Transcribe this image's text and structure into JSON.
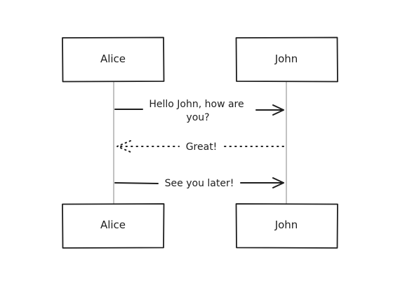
{
  "participants": {
    "left": "Alice",
    "right": "John"
  },
  "messages": [
    {
      "from": "Alice",
      "to": "John",
      "style": "solid",
      "label_line1": "Hello John, how are",
      "label_line2": "you?"
    },
    {
      "from": "John",
      "to": "Alice",
      "style": "dotted",
      "label_line1": "Great!"
    },
    {
      "from": "Alice",
      "to": "John",
      "style": "solid",
      "label_line1": "See you later!"
    }
  ],
  "colors": {
    "ink": "#1e1e1e",
    "lifeline": "#9a9a9a",
    "background": "#ffffff"
  }
}
